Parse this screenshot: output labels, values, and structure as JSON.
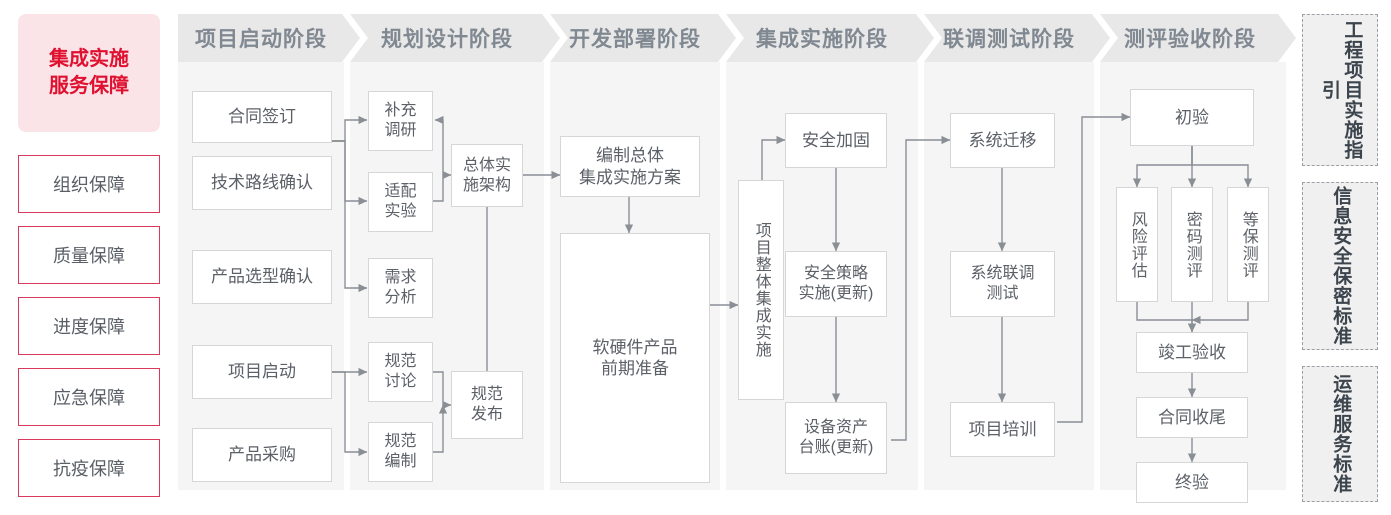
{
  "guarantee": {
    "title": "集成实施\n服务保障",
    "title_lines": [
      "集成实施",
      "服务保障"
    ],
    "items": [
      {
        "label": "组织保障"
      },
      {
        "label": "质量保障"
      },
      {
        "label": "进度保障"
      },
      {
        "label": "应急保障"
      },
      {
        "label": "抗疫保障"
      }
    ]
  },
  "stages": [
    {
      "id": "startup",
      "header": "项目启动阶段",
      "nodes": [
        {
          "id": "contract-sign",
          "label": "合同签订"
        },
        {
          "id": "tech-route",
          "label": "技术路线确认"
        },
        {
          "id": "product-select",
          "label": "产品选型确认"
        },
        {
          "id": "project-kickoff",
          "label": "项目启动"
        },
        {
          "id": "product-buy",
          "label": "产品采购"
        }
      ]
    },
    {
      "id": "planning",
      "header": "规划设计阶段",
      "nodes": [
        {
          "id": "extra-research",
          "label": "补充\n调研"
        },
        {
          "id": "adapt-test",
          "label": "适配\n实验"
        },
        {
          "id": "demand-analysis",
          "label": "需求\n分析"
        },
        {
          "id": "spec-discuss",
          "label": "规范\n讨论"
        },
        {
          "id": "spec-write",
          "label": "规范\n编制"
        },
        {
          "id": "overall-arch",
          "label": "总体实\n施架构"
        },
        {
          "id": "spec-release",
          "label": "规范\n发布"
        }
      ]
    },
    {
      "id": "development",
      "header": "开发部署阶段",
      "nodes": [
        {
          "id": "overall-plan",
          "label": "编制总体\n集成实施方案"
        },
        {
          "id": "hw-sw-prepare",
          "label": "软硬件产品\n前期准备"
        }
      ]
    },
    {
      "id": "integration",
      "header": "集成实施阶段",
      "nodes": [
        {
          "id": "overall-integration",
          "label": "项目整体集成实施"
        },
        {
          "id": "security-harden",
          "label": "安全加固"
        },
        {
          "id": "security-policy",
          "label": "安全策略\n实施(更新)"
        },
        {
          "id": "asset-ledger",
          "label": "设备资产\n台账(更新)"
        }
      ]
    },
    {
      "id": "testing",
      "header": "联调测试阶段",
      "nodes": [
        {
          "id": "system-migrate",
          "label": "系统迁移"
        },
        {
          "id": "system-joint",
          "label": "系统联调\n测试"
        },
        {
          "id": "project-train",
          "label": "项目培训"
        }
      ]
    },
    {
      "id": "acceptance",
      "header": "测评验收阶段",
      "nodes": [
        {
          "id": "initial-accept",
          "label": "初验"
        },
        {
          "id": "risk-assess",
          "label": "风险评估"
        },
        {
          "id": "crypto-eval",
          "label": "密码测评"
        },
        {
          "id": "grade-eval",
          "label": "等保测评"
        },
        {
          "id": "final-accept-wk",
          "label": "竣工验收"
        },
        {
          "id": "contract-close",
          "label": "合同收尾"
        },
        {
          "id": "final-accept",
          "label": "终验"
        }
      ]
    }
  ],
  "standards": [
    {
      "id": "engineering-guide",
      "label": "工程项目实施指引"
    },
    {
      "id": "security-standard",
      "label": "信息安全保密标准"
    },
    {
      "id": "ops-standard",
      "label": "运维服务标准"
    }
  ],
  "colors": {
    "accent_red": "#e01030",
    "accent_red_border": "#d9395a",
    "accent_red_fill": "#fbe4e8",
    "stage_band": "#f5f5f5",
    "stage_header": "#e8e8e8",
    "header_text": "#808891",
    "node_border": "#d6d6d6",
    "node_text": "#5c6067",
    "connector": "#8a8f96",
    "standard_fill": "#f0f0f0",
    "standard_border": "#9aa0a6"
  }
}
